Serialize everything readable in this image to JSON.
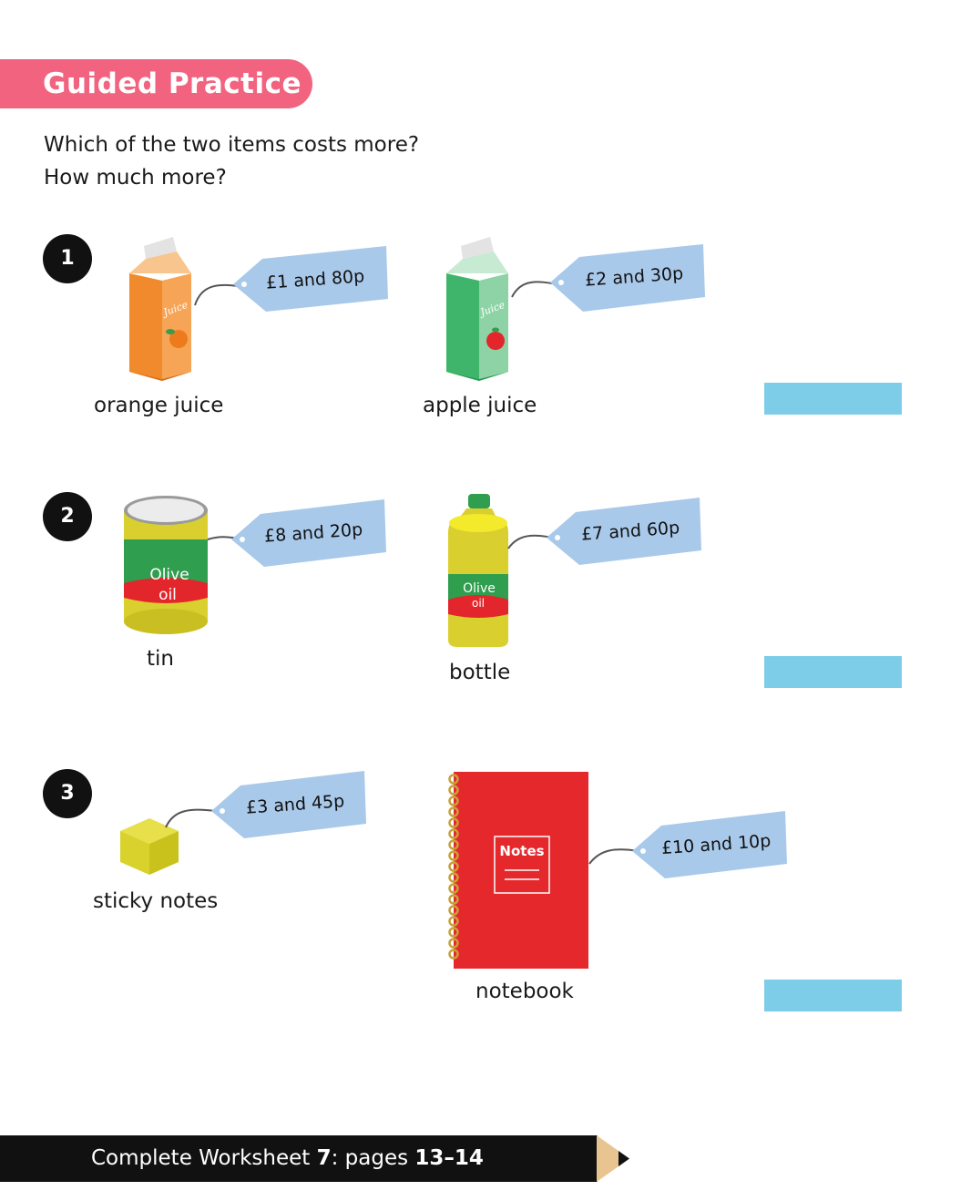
{
  "header": {
    "title": "Guided Practice"
  },
  "prompt": {
    "line1": "Which of the two items costs more?",
    "line2": "How much more?"
  },
  "questions": [
    {
      "number": "1",
      "items": [
        {
          "name": "orange juice",
          "price": "£1 and 80p",
          "carton_text": "Juice"
        },
        {
          "name": "apple juice",
          "price": "£2 and 30p",
          "carton_text": "Juice"
        }
      ]
    },
    {
      "number": "2",
      "items": [
        {
          "name": "tin",
          "price": "£8 and 20p",
          "label_line1": "Olive",
          "label_line2": "oil"
        },
        {
          "name": "bottle",
          "price": "£7 and 60p",
          "label_line1": "Olive",
          "label_line2": "oil"
        }
      ]
    },
    {
      "number": "3",
      "items": [
        {
          "name": "sticky notes",
          "price": "£3 and 45p"
        },
        {
          "name": "notebook",
          "price": "£10 and 10p",
          "cover_text": "Notes"
        }
      ]
    }
  ],
  "footer": {
    "text_pre": "Complete Worksheet ",
    "worksheet_number": "7",
    "text_mid": ": pages ",
    "pages": "13–14"
  },
  "colors": {
    "banner": "#f2637f",
    "price_tag": "#a9c9ea",
    "answer_box": "#7dcde8",
    "footer_bar": "#111111"
  }
}
